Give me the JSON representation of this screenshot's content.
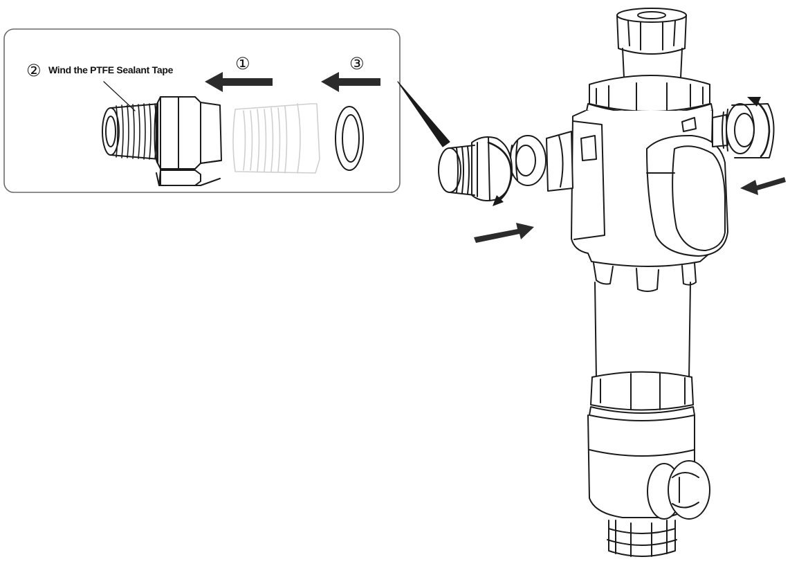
{
  "steps": [
    {
      "number": "①"
    },
    {
      "number": "②",
      "text": "Wind the PTFE Sealant Tape"
    },
    {
      "number": "③"
    }
  ],
  "colors": {
    "line": "#1a1a1a",
    "arrow": "#2b2b2b",
    "ghost": "#cfcfcf",
    "panel_border": "#6a6a6a"
  }
}
